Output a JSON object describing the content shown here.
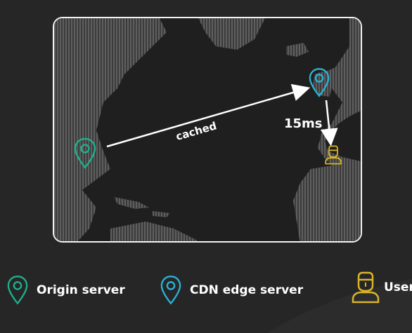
{
  "diagram": {
    "edge_label": "cached",
    "latency_label": "15ms"
  },
  "legend": {
    "origin_label": "Origin server",
    "cdn_label": "CDN edge server",
    "user_label": "User"
  },
  "colors": {
    "background": "#262626",
    "origin_pin": "#1fae8e",
    "cdn_pin": "#2ab2d6",
    "user": "#d9b42a",
    "arrow": "#ffffff"
  },
  "icons": {
    "origin": "map-pin-icon",
    "cdn": "map-pin-icon",
    "user": "user-icon"
  }
}
